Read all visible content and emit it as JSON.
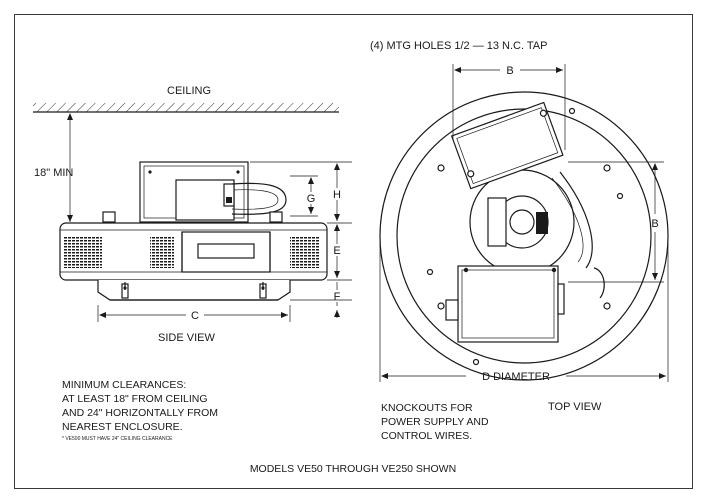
{
  "labels": {
    "mtg_holes": "(4) MTG HOLES 1/2 — 13 N.C. TAP",
    "ceiling": "CEILING",
    "min_18": "18\" MIN",
    "dim_b_top": "B",
    "dim_b_right": "B",
    "dim_g": "G",
    "dim_h": "H",
    "dim_e": "E",
    "dim_f": "F",
    "dim_c": "C",
    "side_view": "SIDE VIEW",
    "d_diameter": "D DIAMETER",
    "top_view": "TOP VIEW"
  },
  "clearances": {
    "line1": "MINIMUM CLEARANCES:",
    "line2": "AT LEAST 18\" FROM CEILING",
    "line3": "AND 24\" HORIZONTALLY FROM",
    "line4": "NEAREST ENCLOSURE.",
    "note": "* VE500 MUST HAVE 24\" CEILING CLEARANCE"
  },
  "knockouts": {
    "line1": "KNOCKOUTS FOR",
    "line2": "POWER SUPPLY AND",
    "line3": "CONTROL WIRES."
  },
  "caption": "MODELS VE50 THROUGH VE250 SHOWN"
}
